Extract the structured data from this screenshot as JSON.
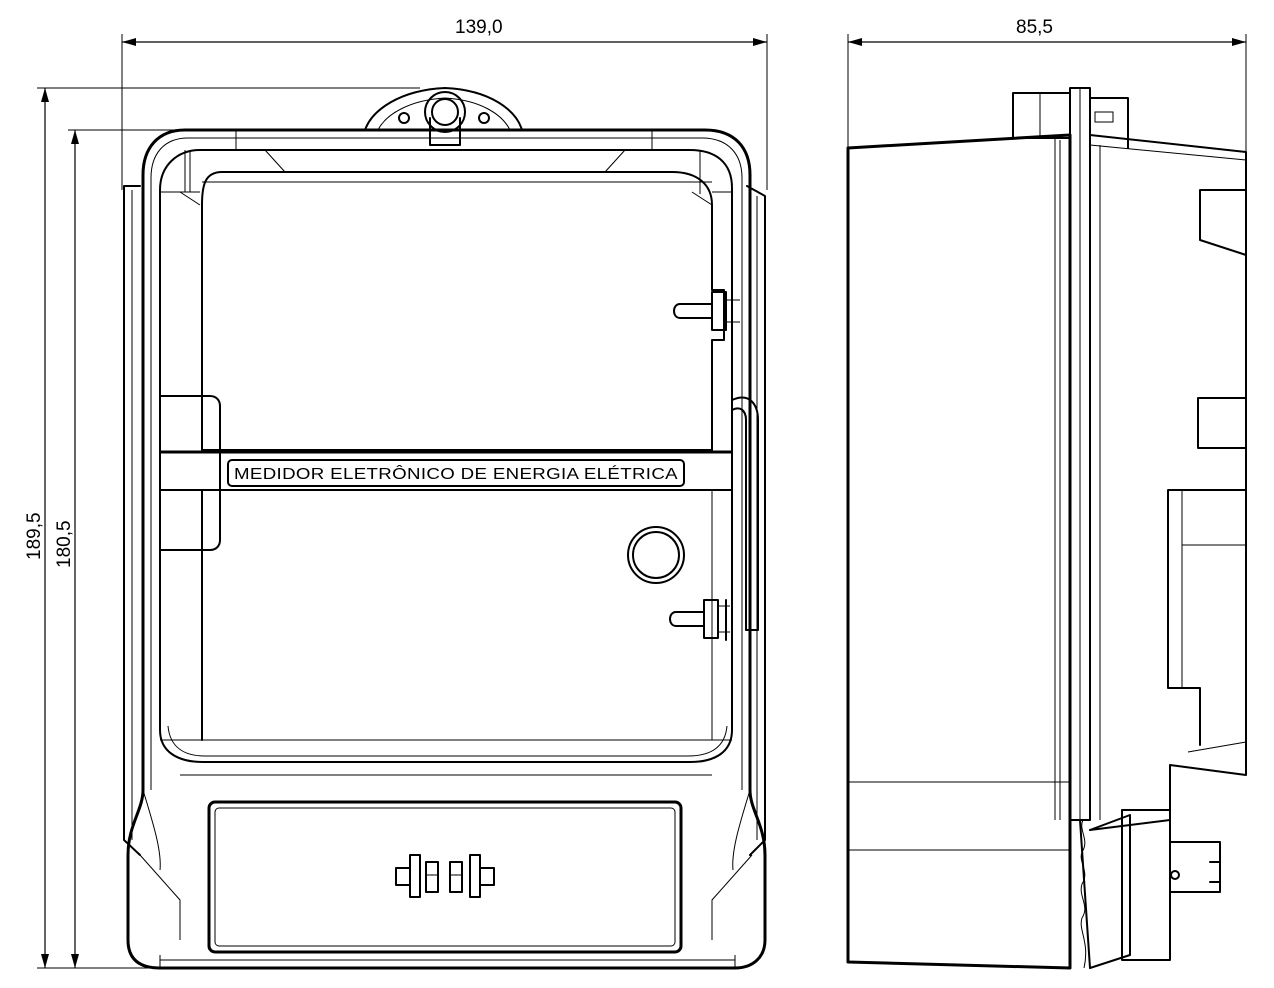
{
  "dimensions": {
    "front_width": "139,0",
    "side_depth": "85,5",
    "overall_height": "189,5",
    "body_height": "180,5"
  },
  "panel_label": "MEDIDOR ELETRÔNICO DE ENERGIA ELÉTRICA"
}
